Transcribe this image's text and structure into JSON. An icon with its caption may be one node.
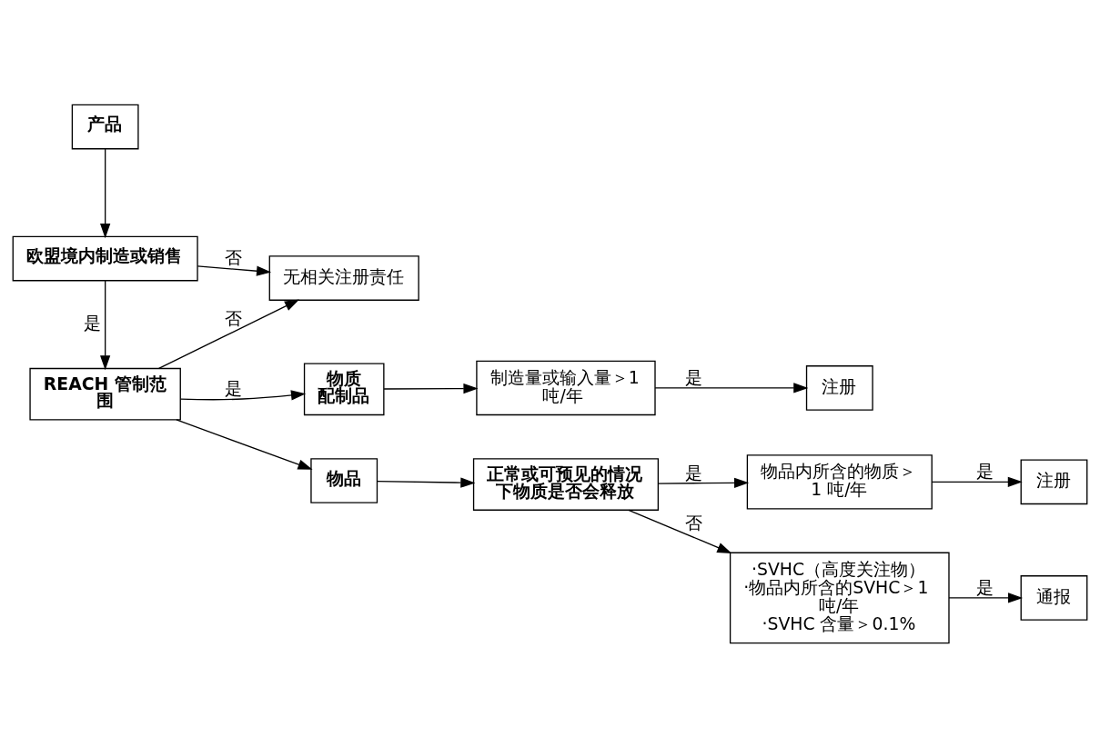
{
  "diagram": {
    "nodes": [
      {
        "text": [
          "产品"
        ]
      },
      {
        "text": [
          "欧盟境内制造或销售"
        ]
      },
      {
        "text": [
          "无相关注册责任"
        ]
      },
      {
        "text": [
          "REACH 管制范围"
        ]
      },
      {
        "text": [
          "物质",
          "配制品"
        ]
      },
      {
        "text": [
          "制造量或输入量＞1 吨/年"
        ]
      },
      {
        "text": [
          "注册"
        ]
      },
      {
        "text": [
          "物品"
        ]
      },
      {
        "text": [
          "正常或可预见的情况下物质是否会释放"
        ]
      },
      {
        "text": [
          "物品内所含的物质＞1 吨/年"
        ]
      },
      {
        "text": [
          "注册"
        ]
      },
      {
        "text": [
          "·SVHC（高度关注物）",
          "·物品内所含的SVHC＞1 吨/年",
          "·SVHC 含量＞0.1%"
        ]
      },
      {
        "text": [
          "通报"
        ]
      }
    ],
    "edges": [
      {
        "from": 0,
        "to": 1,
        "arrow": "to"
      },
      {
        "from": 1,
        "to": 2,
        "arrow": "to",
        "label": "否"
      },
      {
        "from": 1,
        "to": 3,
        "arrow": "to",
        "label": "是"
      },
      {
        "from": 3,
        "to": 2,
        "arrow": "to",
        "label": "否"
      },
      {
        "from": 3,
        "to": 4,
        "arrow": "to",
        "label": "是"
      },
      {
        "from": 3,
        "to": 7,
        "arrow": "to"
      },
      {
        "from": 4,
        "to": 5,
        "arrow": "to"
      },
      {
        "from": 5,
        "to": 6,
        "arrow": "to",
        "label": "是"
      },
      {
        "from": 7,
        "to": 8,
        "arrow": "to"
      },
      {
        "from": 8,
        "to": 9,
        "arrow": "to",
        "label": "是"
      },
      {
        "from": 8,
        "to": 11,
        "arrow": "to",
        "label": "否"
      },
      {
        "from": 9,
        "to": 10,
        "arrow": "to",
        "label": "是"
      },
      {
        "from": 11,
        "to": 12,
        "arrow": "to",
        "label": "是"
      }
    ]
  }
}
